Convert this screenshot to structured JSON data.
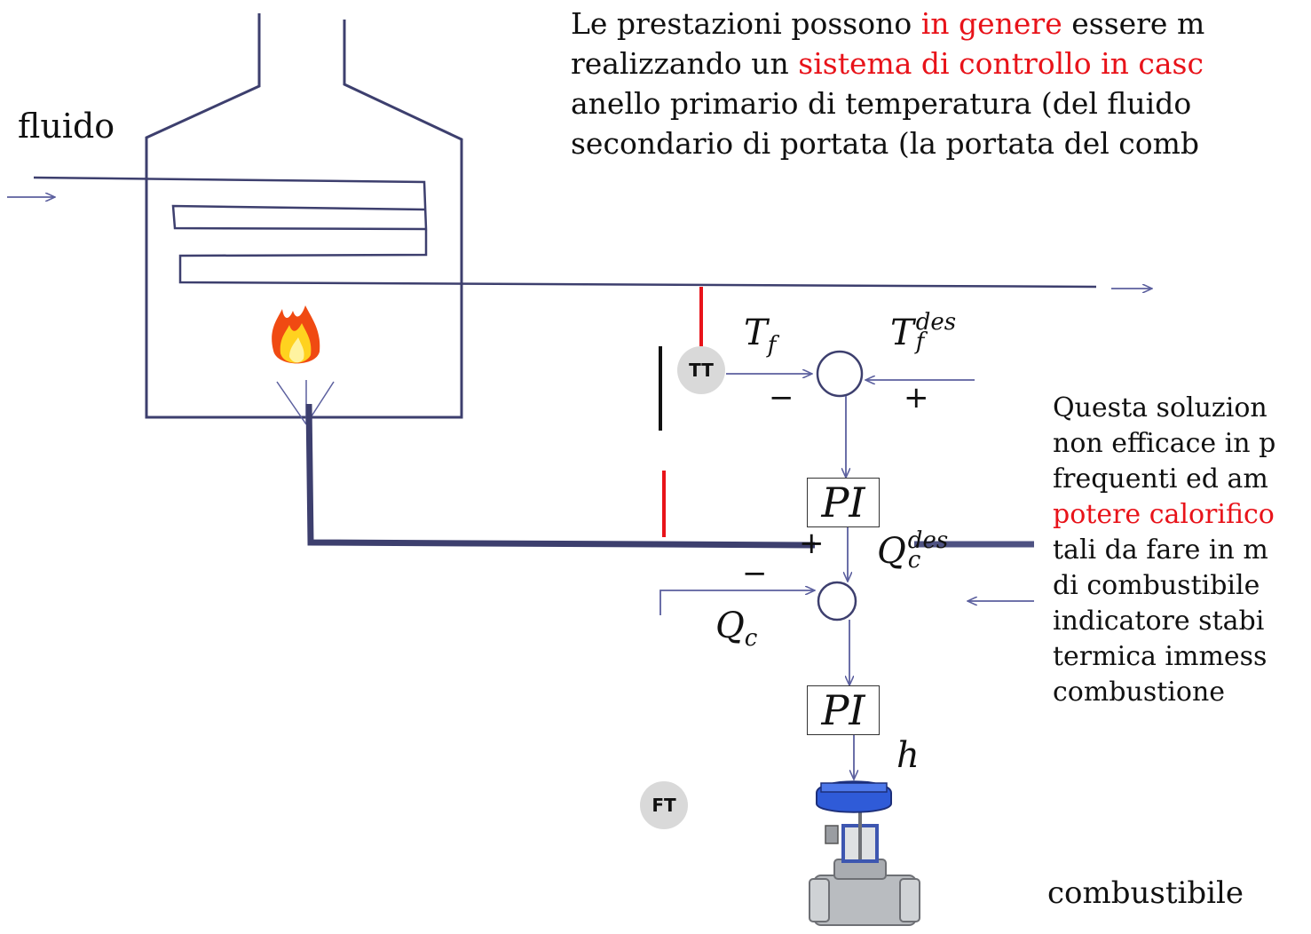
{
  "labels": {
    "fluido": "fluido",
    "combustibile": "combustibile"
  },
  "paragraph1": {
    "l1_a": "Le prestazioni possono ",
    "l1_red": "in genere",
    "l1_b": " essere m",
    "l2_a": "realizzando un ",
    "l2_red": "sistema di controllo in casc",
    "l3": "anello primario di temperatura (del fluido",
    "l4": "secondario di portata (la portata del comb"
  },
  "paragraph2": {
    "l1": "Questa soluzion",
    "l2": "non efficace in p",
    "l3": "frequenti ed am",
    "l4_red": "potere calorifico",
    "l5": "tali da fare in m",
    "l6": "di combustibile",
    "l7": "indicatore stabi",
    "l8": "termica immess",
    "l9": "combustione"
  },
  "sensors": {
    "tt": "TT",
    "ft": "FT"
  },
  "blocks": {
    "pi1": "PI",
    "pi2": "PI"
  },
  "signals": {
    "tf_base": "T",
    "tf_sub": "f",
    "tfdes_base": "T",
    "tfdes_sub": "f",
    "tfdes_sup": "des",
    "qcdes_base": "Q",
    "qcdes_sub": "c",
    "qcdes_sup": "des",
    "qc_base": "Q",
    "qc_sub": "c",
    "h": "h"
  },
  "signs": {
    "sum1_minus": "−",
    "sum1_plus": "+",
    "sum2_plus": "+",
    "sum2_minus": "−"
  },
  "colors": {
    "line": "#3d3f6e",
    "signal": "#5b5f9e",
    "sensor_wire": "#e8131a",
    "highlight": "#e8131a"
  }
}
